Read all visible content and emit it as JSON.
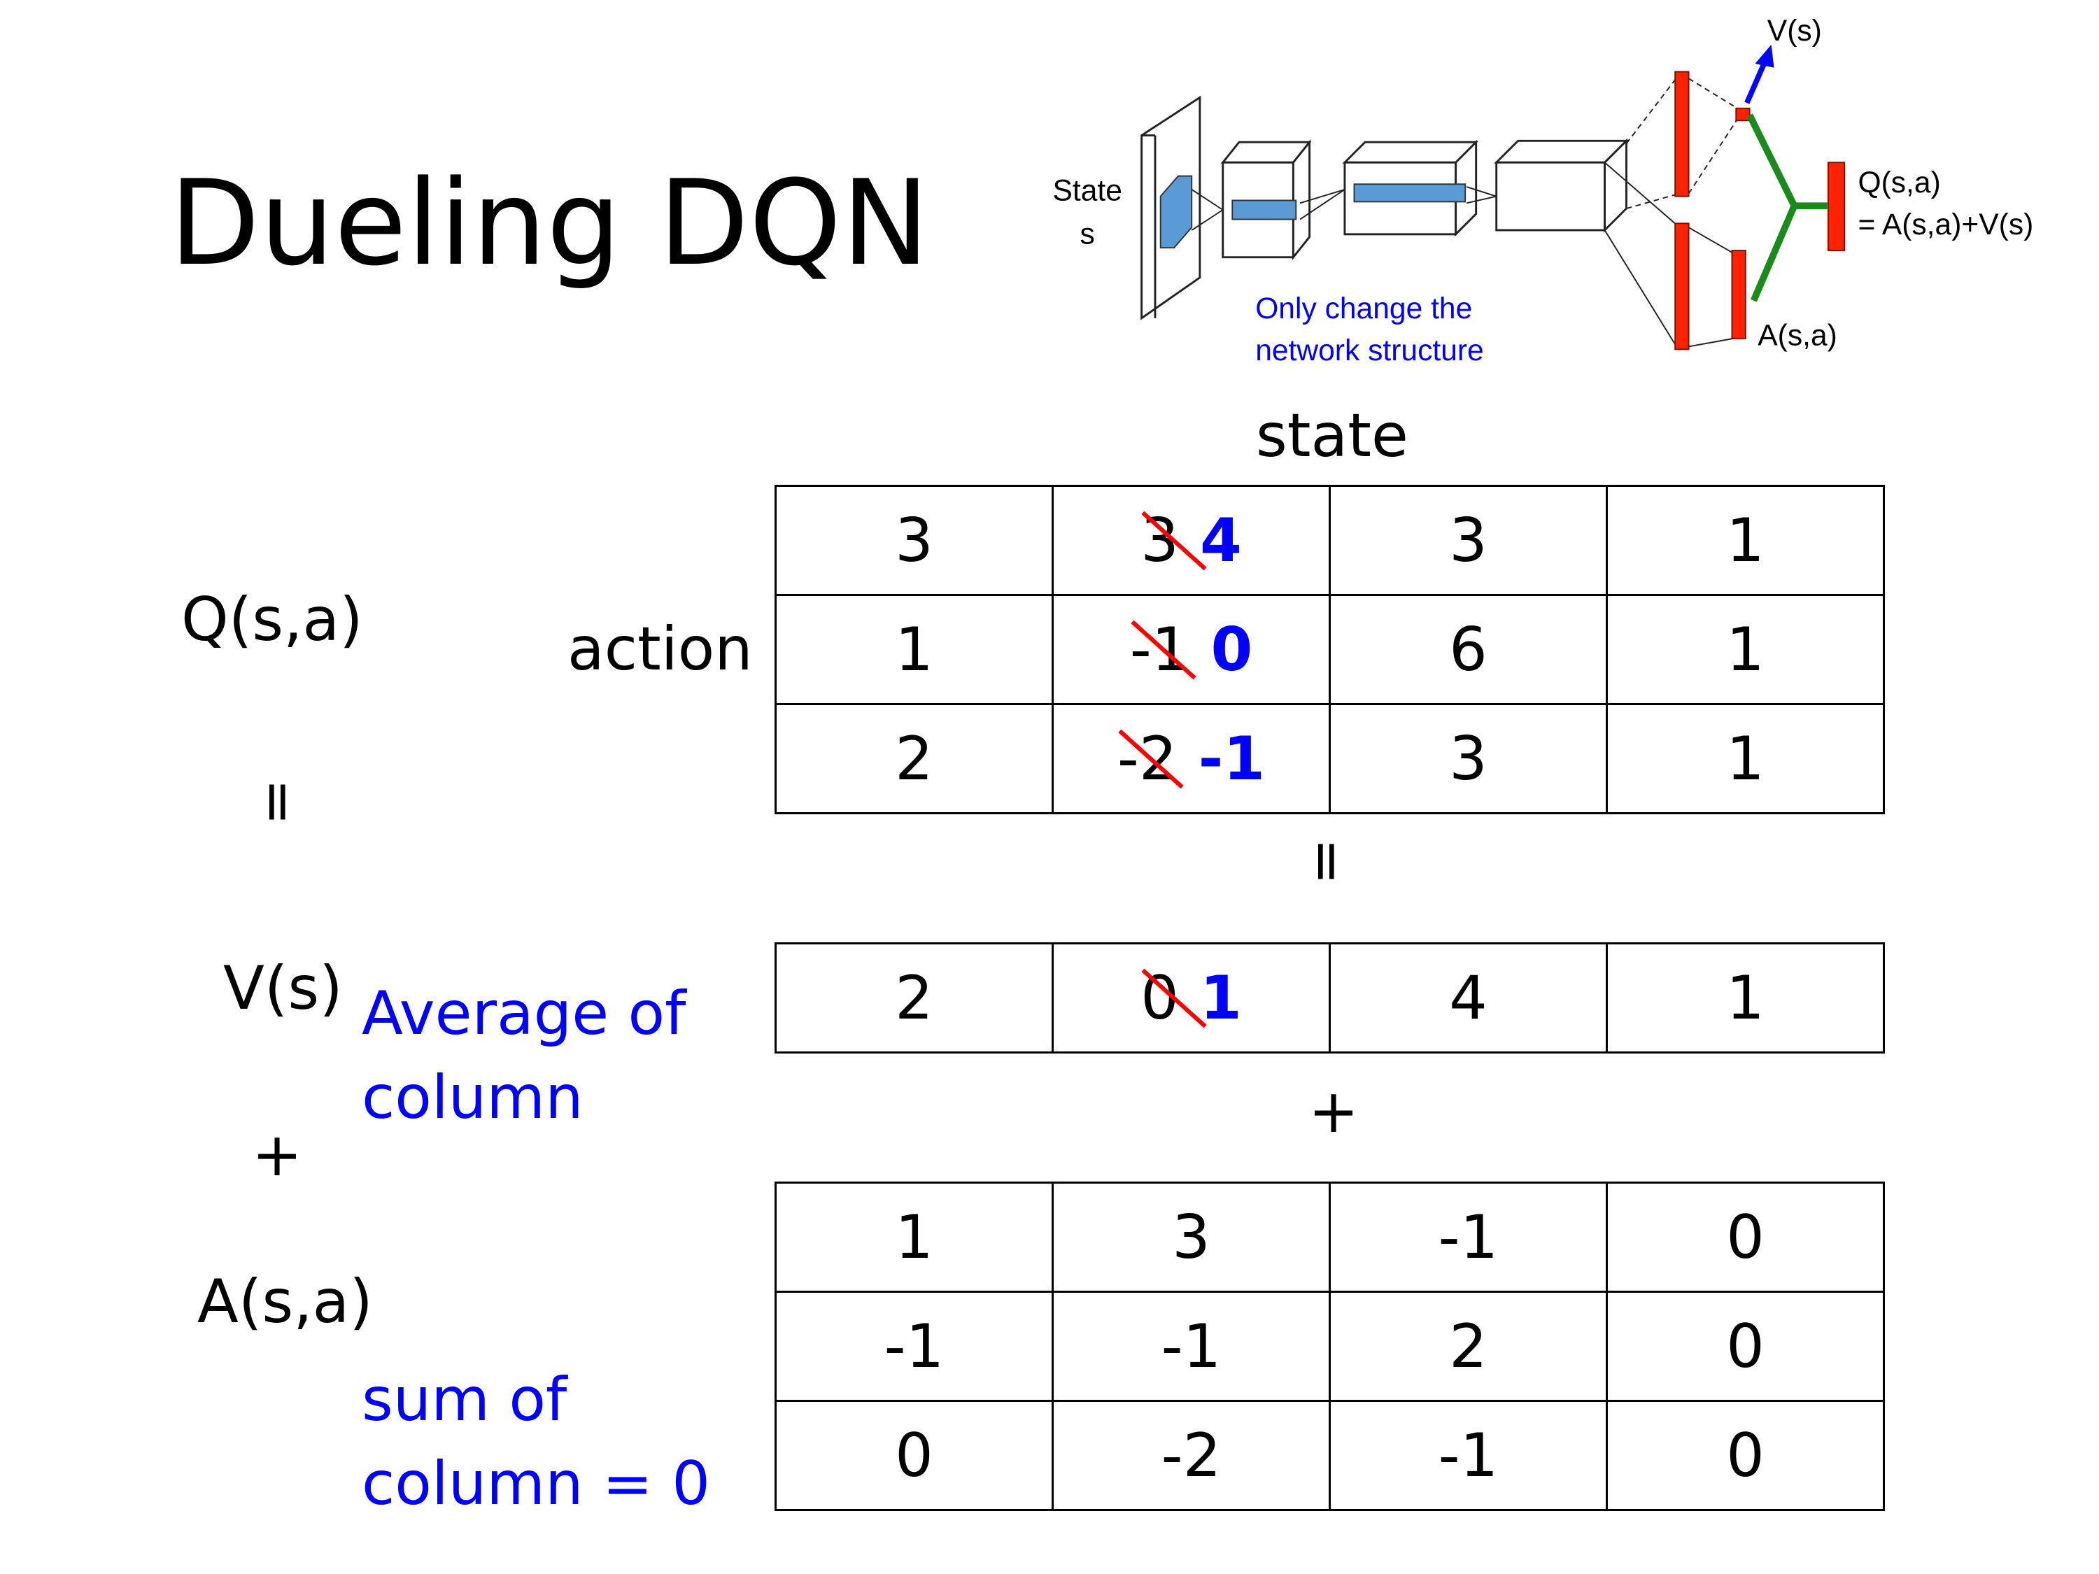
{
  "title": "Dueling DQN",
  "diagram": {
    "state_label": "State",
    "state_var": "s",
    "v_label": "V(s)",
    "q_label": "Q(s,a)",
    "q_formula": "= A(s,a)+V(s)",
    "a_label": "A(s,a)",
    "note_line1": "Only change the",
    "note_line2": "network structure",
    "colors": {
      "layer": "#5b9bd5",
      "output": "#ff2200",
      "merge": "#1a8a1a",
      "arrow": "#0000ff"
    }
  },
  "labels": {
    "state": "state",
    "action": "action",
    "q": "Q(s,a)",
    "v": "V(s)",
    "a": "A(s,a)",
    "equals": "=",
    "plus": "+",
    "avg_line1": "Average of",
    "avg_line2": "column",
    "sum_line1": "sum of",
    "sum_line2": "column = 0"
  },
  "q_table": [
    [
      {
        "v": "3"
      },
      {
        "old": "3",
        "new": "4"
      },
      {
        "v": "3"
      },
      {
        "v": "1"
      }
    ],
    [
      {
        "v": "1"
      },
      {
        "old": "-1",
        "new": "0"
      },
      {
        "v": "6"
      },
      {
        "v": "1"
      }
    ],
    [
      {
        "v": "2"
      },
      {
        "old": "-2",
        "new": "-1"
      },
      {
        "v": "3"
      },
      {
        "v": "1"
      }
    ]
  ],
  "v_table": [
    [
      {
        "v": "2"
      },
      {
        "old": "0",
        "new": "1"
      },
      {
        "v": "4"
      },
      {
        "v": "1"
      }
    ]
  ],
  "a_table": [
    [
      {
        "v": "1"
      },
      {
        "v": "3"
      },
      {
        "v": "-1"
      },
      {
        "v": "0"
      }
    ],
    [
      {
        "v": "-1"
      },
      {
        "v": "-1"
      },
      {
        "v": "2"
      },
      {
        "v": "0"
      }
    ],
    [
      {
        "v": "0"
      },
      {
        "v": "-2"
      },
      {
        "v": "-1"
      },
      {
        "v": "0"
      }
    ]
  ]
}
